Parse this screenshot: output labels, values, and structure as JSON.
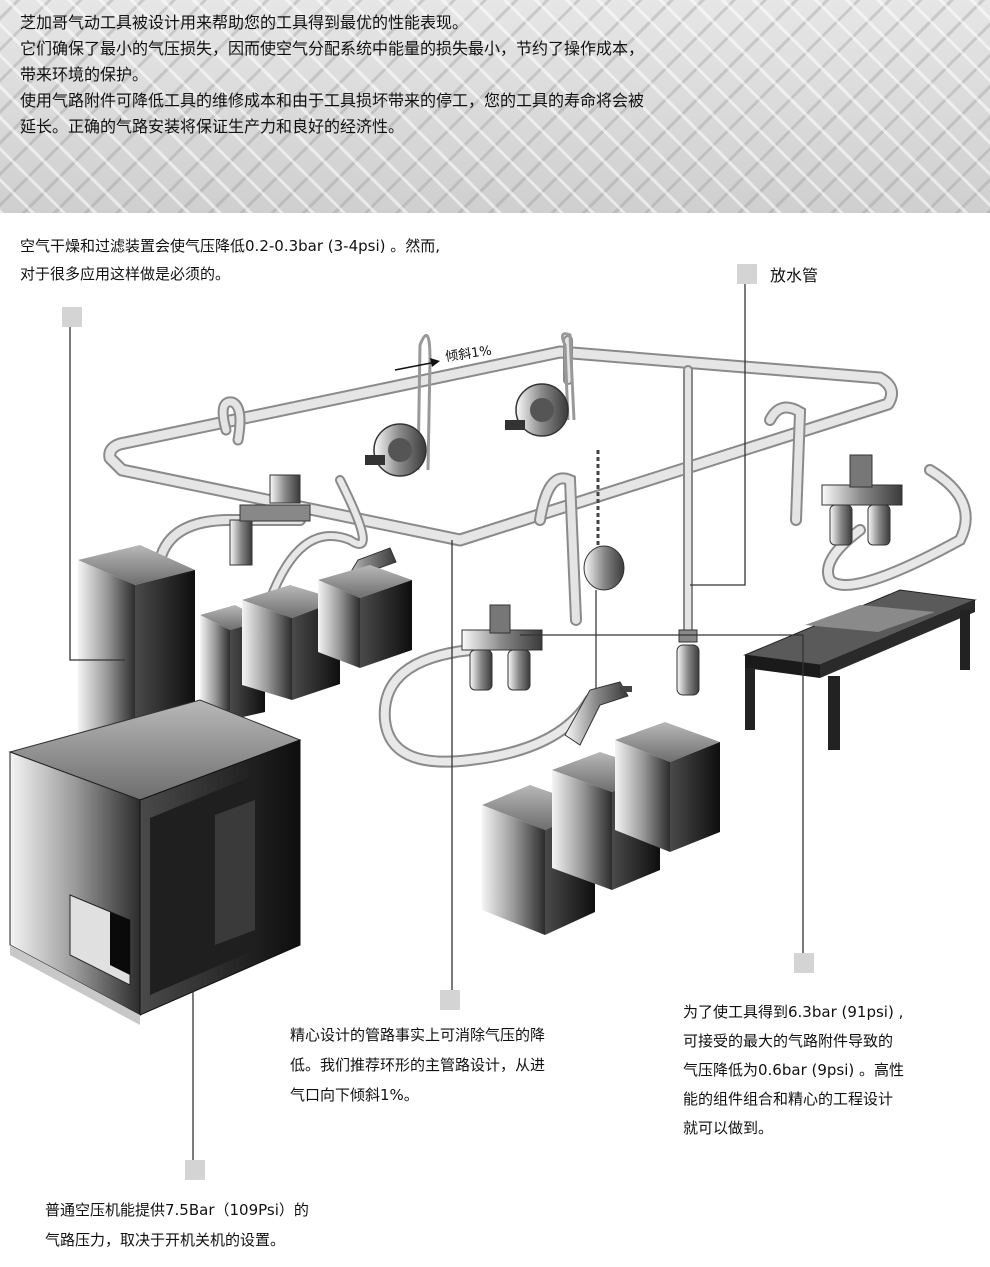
{
  "header": {
    "lines": [
      "芝加哥气动工具被设计用来帮助您的工具得到最优的性能表现。",
      "它们确保了最小的气压损失，因而使空气分配系统中能量的损失最小，节约了操作成本，",
      "带来环境的保护。",
      "使用气路附件可降低工具的维修成本和由于工具损坏带来的停工，您的工具的寿命将会被",
      "延长。正确的气路安装将保证生产力和良好的经济性。"
    ]
  },
  "annotations": {
    "dryer": [
      "空气干燥和过滤装置会使气压降低0.2-0.3bar (3-4psi) 。然而,",
      "对于很多应用这样做是必须的。"
    ],
    "drain": "放水管",
    "slope": "倾斜1%",
    "piping": [
      "精心设计的管路事实上可消除气压的降",
      "低。我们推荐环形的主管路设计，从进",
      "气口向下倾斜1%。"
    ],
    "frl": [
      "为了使工具得到6.3bar (91psi) ,",
      "可接受的最大的气路附件导致的",
      "气压降低为0.6bar (9psi) 。高性",
      "能的组件组合和精心的工程设计",
      "就可以做到。"
    ],
    "compressor": [
      "普通空压机能提供7.5Bar（109Psi）的",
      "气路压力，取决于开机关机的设置。"
    ]
  },
  "colors": {
    "header_bg": "#d6d6d6",
    "marker": "#d4d4d4",
    "pipe": "#e4e4e4",
    "pipe_outline": "#8a8a8a"
  }
}
